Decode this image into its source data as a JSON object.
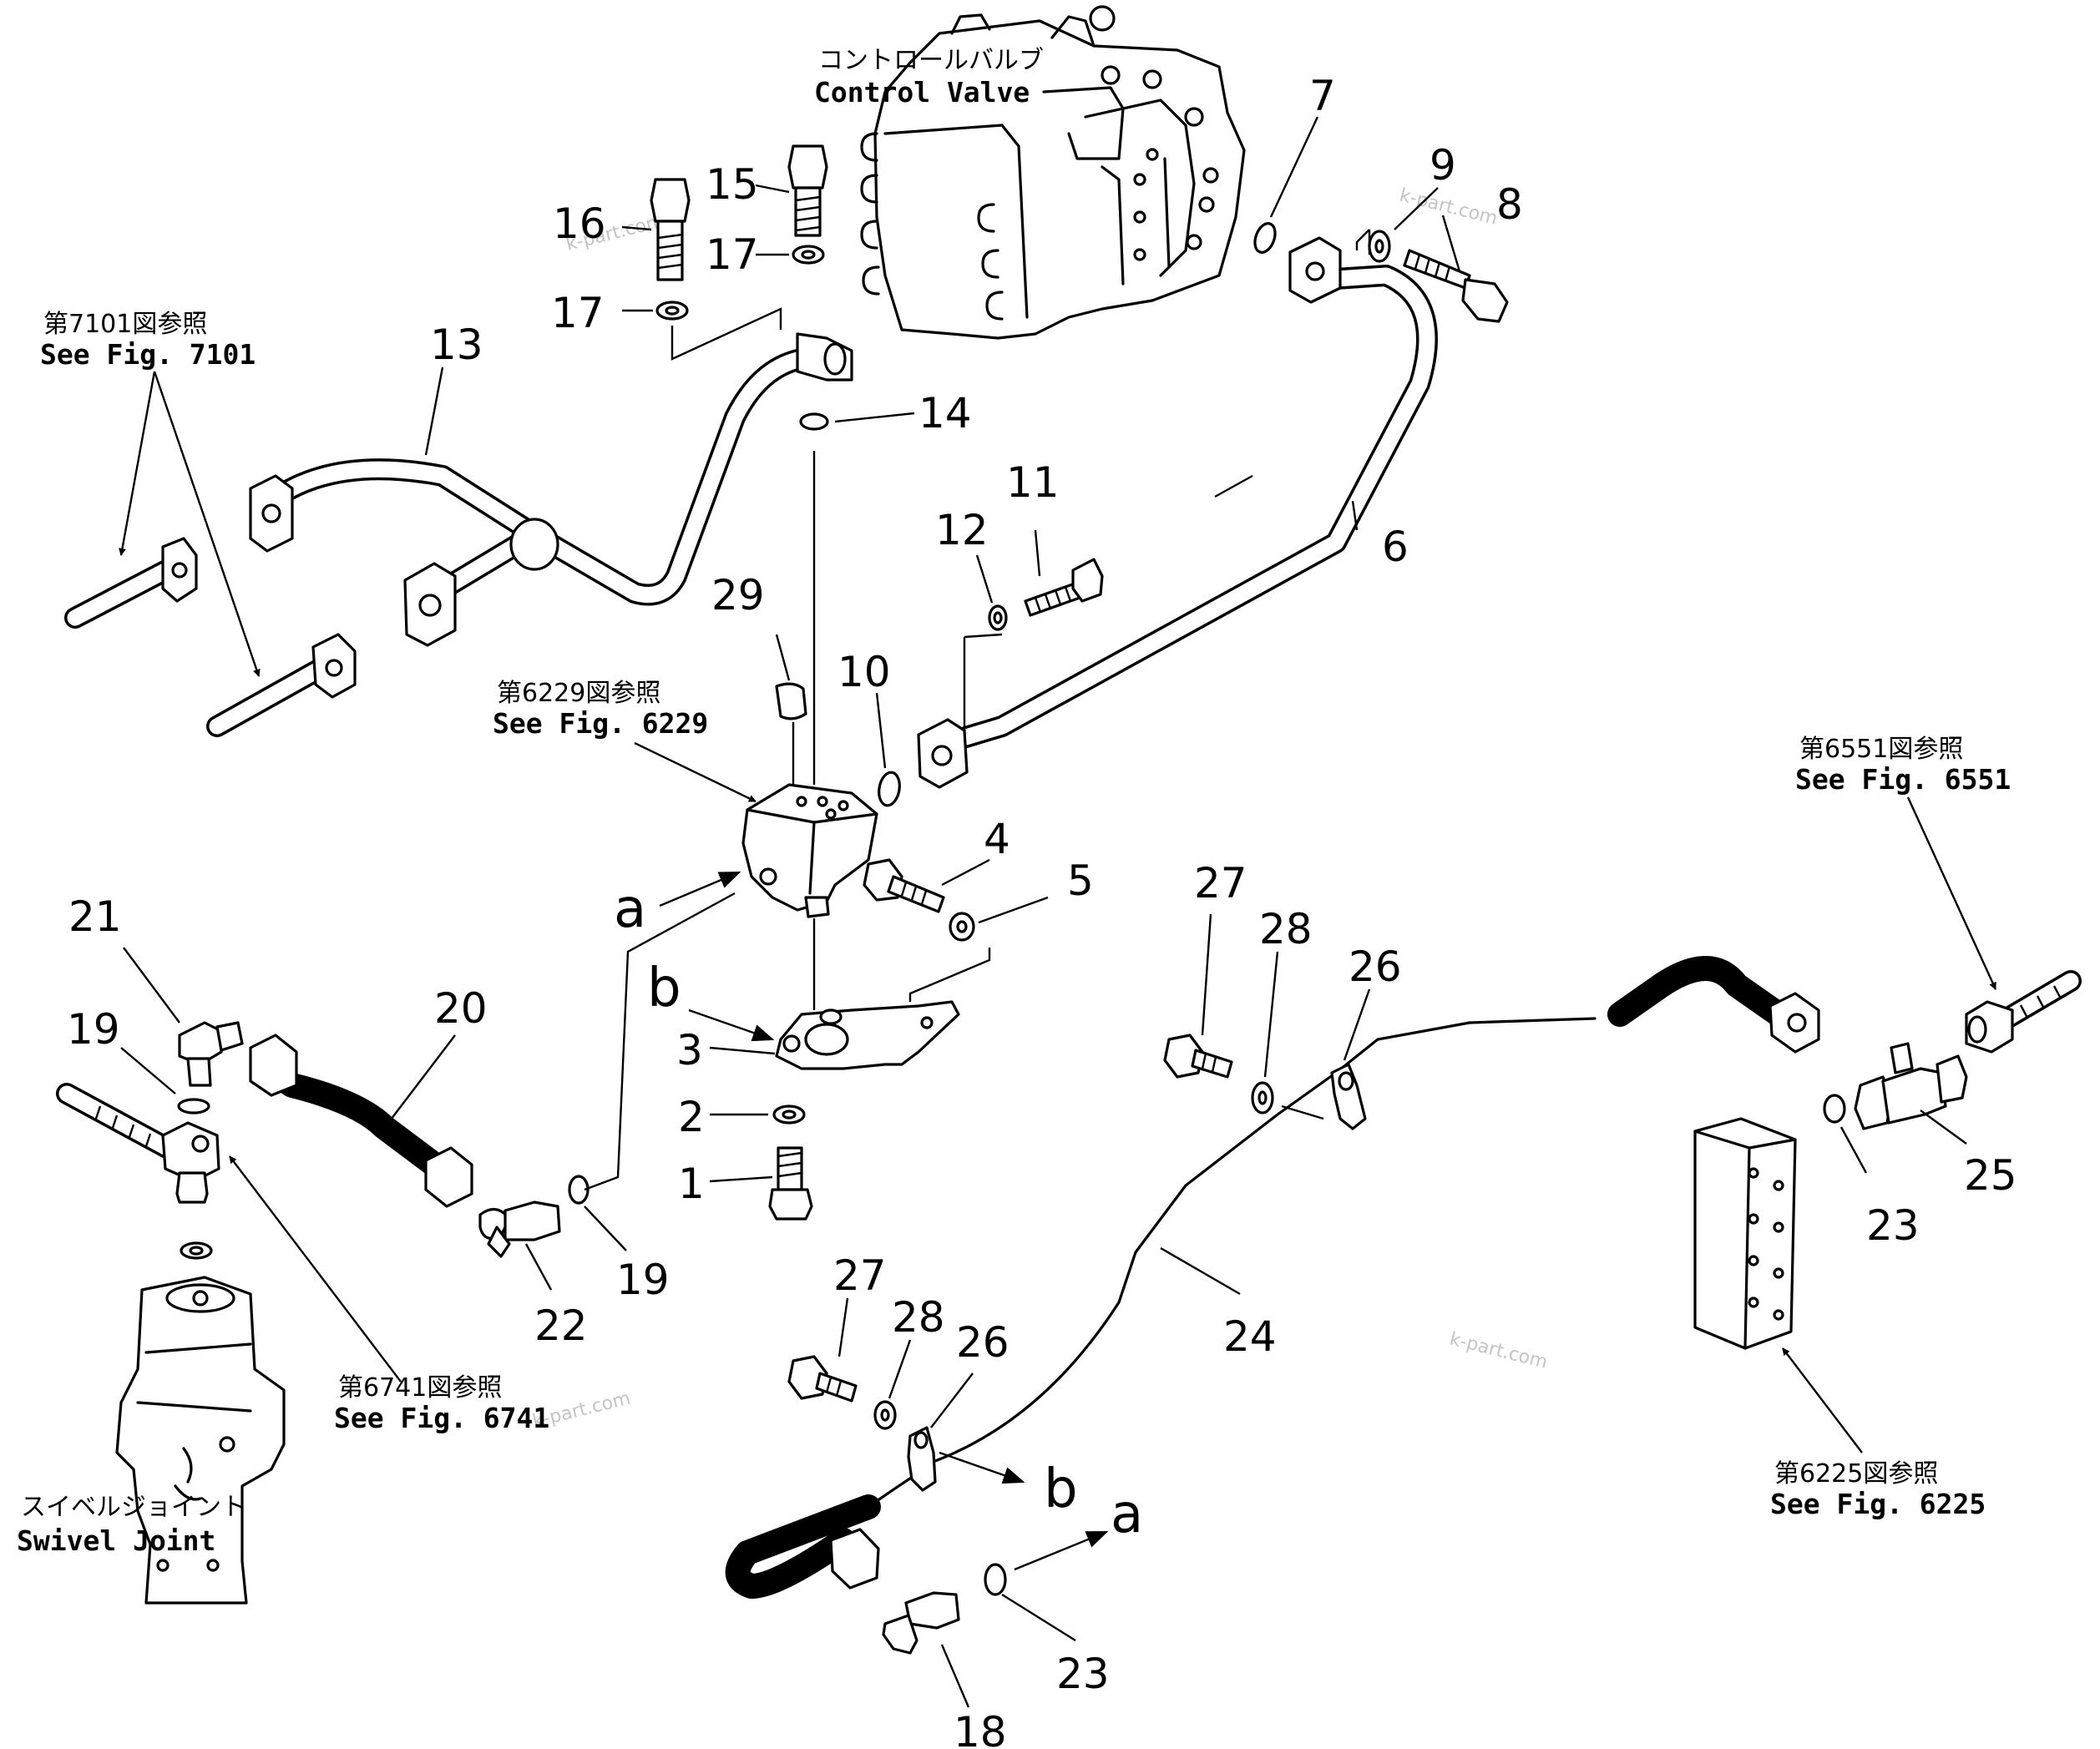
{
  "watermarks": [
    "k-part.com",
    "k-part.com",
    "k-part.com",
    "k-part.com"
  ],
  "references": {
    "control_valve": {
      "jp": "コントロールバルブ",
      "en": "Control  Valve"
    },
    "fig7101": {
      "jp": "第7101図参照",
      "en": "See  Fig. 7101"
    },
    "fig6229": {
      "jp": "第6229図参照",
      "en": "See  Fig. 6229"
    },
    "fig6551": {
      "jp": "第6551図参照",
      "en": "See  Fig. 6551"
    },
    "fig6741": {
      "jp": "第6741図参照",
      "en": "See  Fig. 6741"
    },
    "fig6225": {
      "jp": "第6225図参照",
      "en": "See  Fig. 6225"
    },
    "swivel_joint": {
      "jp": "スイベルジョイント",
      "en": "Swivel  Joint"
    }
  },
  "letters": {
    "a": "a",
    "b": "b"
  },
  "callouts": {
    "n1": "1",
    "n2": "2",
    "n3": "3",
    "n4": "4",
    "n5": "5",
    "n6": "6",
    "n7": "7",
    "n8": "8",
    "n9": "9",
    "n10": "10",
    "n11": "11",
    "n12": "12",
    "n13": "13",
    "n14": "14",
    "n15": "15",
    "n16": "16",
    "n17": "17",
    "n18": "18",
    "n19": "19",
    "n20": "20",
    "n21": "21",
    "n22": "22",
    "n23": "23",
    "n24": "24",
    "n25": "25",
    "n26": "26",
    "n27": "27",
    "n28": "28",
    "n29": "29"
  }
}
